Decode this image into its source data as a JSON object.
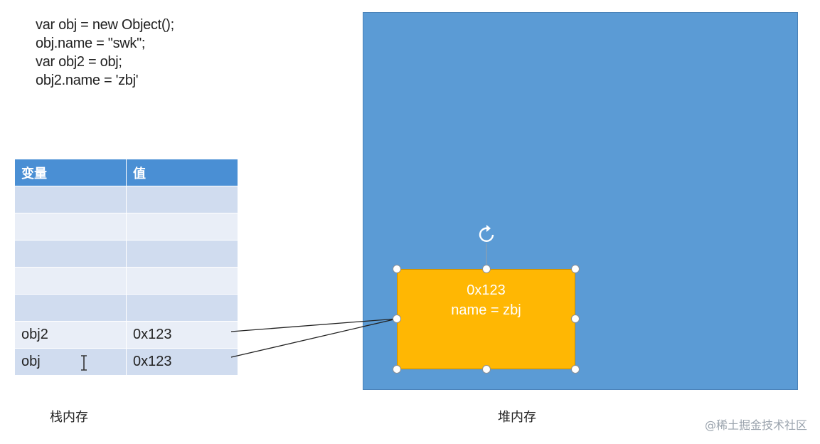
{
  "code": {
    "lines": [
      "var obj = new Object();",
      "obj.name = \"swk\";",
      "var obj2 = obj;",
      "obj2.name = 'zbj'"
    ]
  },
  "stack": {
    "headers": [
      "变量",
      "值"
    ],
    "rows": [
      [
        "",
        ""
      ],
      [
        "",
        ""
      ],
      [
        "",
        ""
      ],
      [
        "",
        ""
      ],
      [
        "",
        ""
      ],
      [
        "obj2",
        "0x123"
      ],
      [
        "obj",
        "0x123"
      ]
    ],
    "label": "栈内存"
  },
  "heap": {
    "label": "堆内存",
    "object": {
      "address": "0x123",
      "property": "name = zbj"
    }
  },
  "watermark": "@稀土掘金技术社区",
  "colors": {
    "header": "#4a8fd4",
    "row_dark": "#d0dcef",
    "row_light": "#e9eef7",
    "heap": "#5b9bd5",
    "object": "#ffb703"
  },
  "icons": {
    "rotate": "rotate-handle-icon",
    "cursor": "text-cursor-icon"
  }
}
